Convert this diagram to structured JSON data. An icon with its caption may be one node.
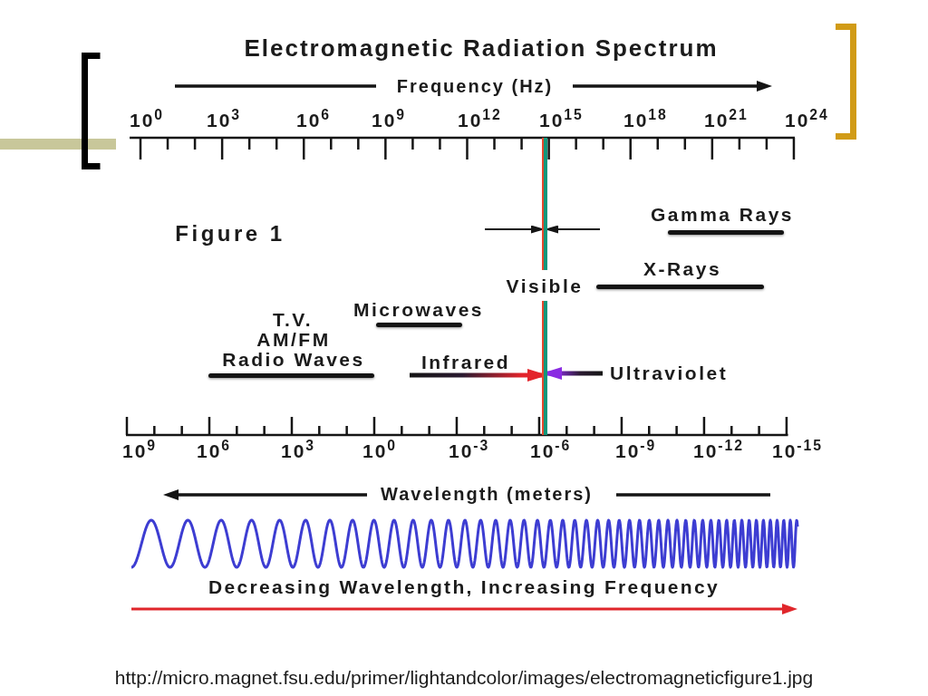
{
  "diagram": {
    "title": "Electromagnetic Radiation Spectrum",
    "nodes": [
      {
        "text": [],
        "shape": "bar"
      },
      {
        "text": [],
        "shape": "bar"
      },
      {
        "text": [
          "Ultraviolet"
        ]
      }
    ],
    "edges": [
      {
        "from": null,
        "to": 0,
        "arrow": "to"
      },
      {
        "from": null,
        "to": 0,
        "arrow": "to"
      },
      {
        "from": null,
        "to": 1,
        "arrow": "to",
        "label": "Infrared",
        "style": "thick",
        "color": "#e3242b"
      },
      {
        "from": 2,
        "to": 1,
        "arrow": "to",
        "style": "thick",
        "color": "#8a2be2"
      }
    ],
    "labels": [
      "Frequency (Hz)",
      "10$^{0}$",
      "10$^{3}$",
      "10$^{6}$",
      "10$^{9}$",
      "10$^{12}$",
      "10$^{15}$",
      "10$^{18}$",
      "10$^{21}$",
      "10$^{24}$",
      "Gamma Rays",
      "Figure 1",
      "X-Rays",
      "Visible",
      "Microwaves",
      "T.V.",
      "AM/FM",
      "Radio Waves",
      "10$^{9}$",
      "10$^{6}$",
      "10$^{3}$",
      "10$^{0}$",
      "10$^{-3}$",
      "10$^{-6}$",
      "10$^{-9}$",
      "10$^{-12}$",
      "10$^{-15}$",
      "Wavelength (meters)",
      "Decreasing Wavelength, Increasing Frequency",
      "http://micro.magnet.fsu.edu/primer/lightandcolor/images/electromagneticfigure1.jpg"
    ]
  }
}
